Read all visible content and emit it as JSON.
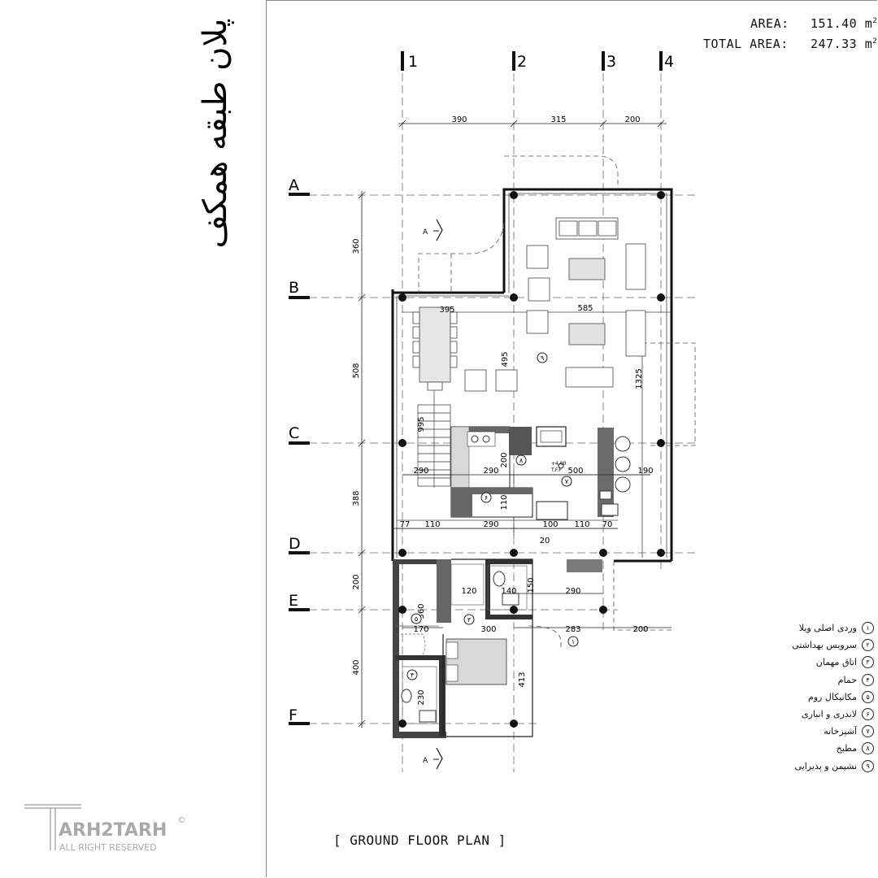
{
  "drawing": {
    "title_fa": "پلان طبقه همکف",
    "area_label": "AREA:",
    "area_value": "151.40",
    "area_unit": "m",
    "total_area_label": "TOTAL AREA:",
    "total_area_value": "247.33",
    "total_area_unit": "m",
    "unit_exponent": "2",
    "caption": "[ GROUND FLOOR PLAN ]"
  },
  "grid": {
    "columns": [
      "1",
      "2",
      "3",
      "4"
    ],
    "rows": [
      "A",
      "B",
      "C",
      "D",
      "E",
      "F"
    ]
  },
  "dimensions": {
    "top": [
      "390",
      "315",
      "200"
    ],
    "left": [
      "360",
      "508",
      "388",
      "200",
      "400"
    ],
    "bottom_row": [
      "77",
      "110",
      "290",
      "100",
      "110",
      "70"
    ],
    "interior": [
      "395",
      "585",
      "495",
      "1325",
      "995",
      "290",
      "290",
      "200",
      "500",
      "190",
      "110",
      "20",
      "120",
      "140",
      "150",
      "290",
      "360",
      "170",
      "300",
      "283",
      "200",
      "230",
      "413"
    ]
  },
  "section_marker": "A",
  "level_marks": [
    "+4.00",
    "T.F.F"
  ],
  "legend": [
    {
      "num": "۱",
      "label": "وردی اصلی ویلا"
    },
    {
      "num": "۲",
      "label": "سرویس بهداشتی"
    },
    {
      "num": "۳",
      "label": "اتاق مهمان"
    },
    {
      "num": "۴",
      "label": "حمام"
    },
    {
      "num": "۵",
      "label": "مکانیکال روم"
    },
    {
      "num": "۶",
      "label": "لاندری و انباری"
    },
    {
      "num": "۷",
      "label": "آشپزخانه"
    },
    {
      "num": "۸",
      "label": "مطبخ"
    },
    {
      "num": "۹",
      "label": "نشیمن و پذیرایی"
    }
  ],
  "room_tags": [
    "۹",
    "۸",
    "۷",
    "۶",
    "۵",
    "۴",
    "۳",
    "۱"
  ],
  "watermark": {
    "brand": "ARH2TARH",
    "initial": "T",
    "rights": "ALL RIGHT RESERVED",
    "copyright": "©"
  }
}
